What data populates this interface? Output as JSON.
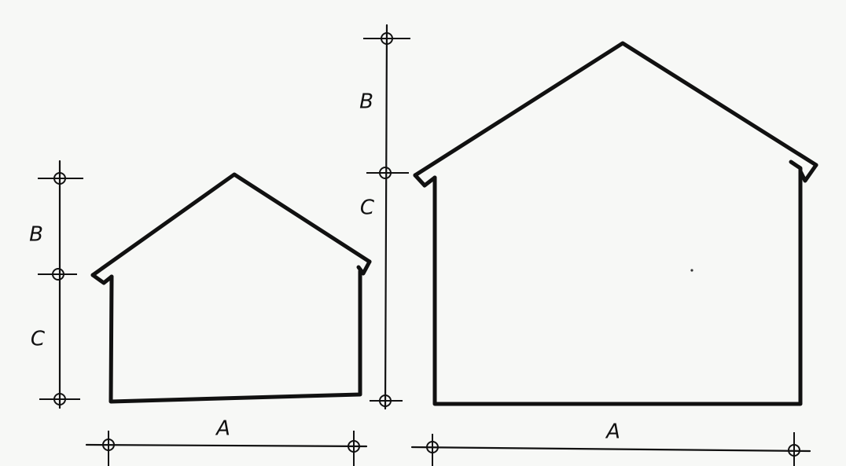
{
  "diagram": {
    "background": "#f7f8f6",
    "ink": "#111111",
    "houses": [
      {
        "id": "small",
        "label_a": "A",
        "label_b": "B",
        "label_c": "C"
      },
      {
        "id": "large",
        "label_a": "A",
        "label_b": "B",
        "label_c": "C"
      }
    ]
  }
}
